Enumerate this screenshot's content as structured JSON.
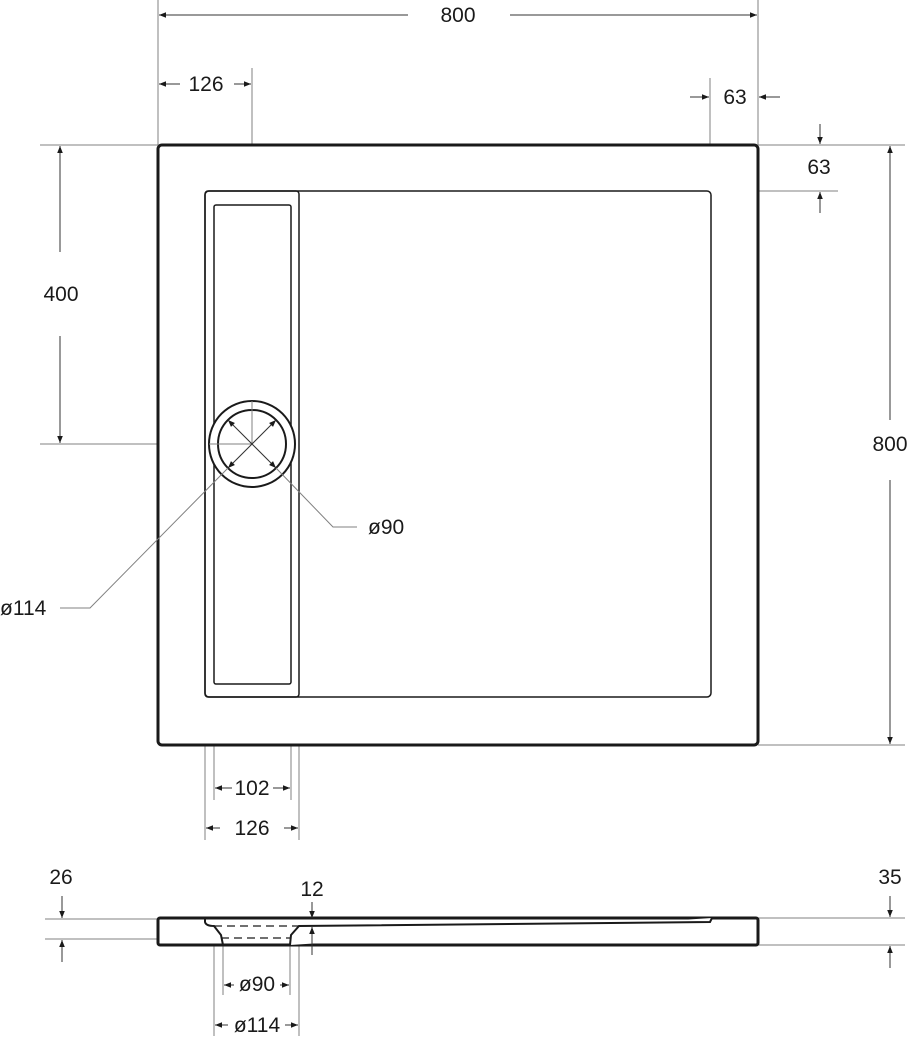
{
  "plan_view": {
    "overall_width": "800",
    "overall_length": "800",
    "drain_offset_x": "126",
    "rim_width_side": "63",
    "rim_width_top": "63",
    "drain_offset_y": "400",
    "drain_inner_diameter": "ø90",
    "drain_outer_diameter": "ø114",
    "channel_inner_width": "102",
    "channel_outer_width": "126"
  },
  "side_view": {
    "height_left": "26",
    "height_right": "35",
    "recess_depth": "12",
    "drain_inner_diameter": "ø90",
    "drain_outer_diameter": "ø114"
  }
}
